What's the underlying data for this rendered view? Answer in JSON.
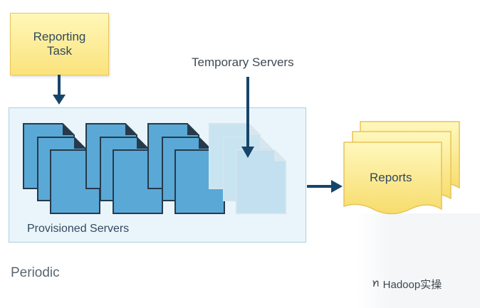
{
  "diagram": {
    "reporting_task": "Reporting Task",
    "temporary_servers": "Temporary Servers",
    "provisioned_servers": "Provisioned Servers",
    "reports": "Reports",
    "periodic": "Periodic"
  },
  "watermark": {
    "icon": "wechat-icon",
    "text": "Hadoop实操"
  },
  "colors": {
    "server_fill": "#5aa8d6",
    "server_stroke": "#263a4c",
    "temp_server_fill": "#c9e4f1",
    "arrow": "#17456a",
    "note_fill": "#fbe37c",
    "panel_fill": "#eaf5fb"
  }
}
